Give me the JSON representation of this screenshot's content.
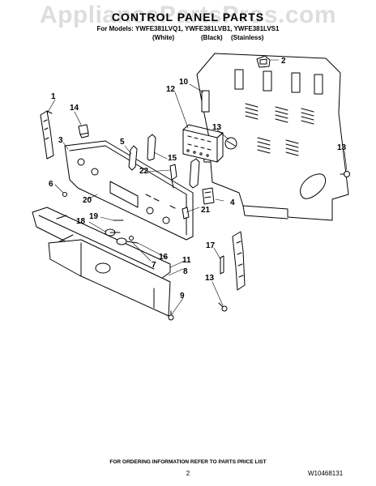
{
  "watermark": "AppliancePartsPros.com",
  "header": {
    "title": "CONTROL PANEL PARTS",
    "models": "For Models: YWFE381LVQ1, YWFE381LVB1, YWFE381LVS1",
    "variants": [
      "(White)",
      "(Black)",
      "(Stainless)"
    ]
  },
  "callouts": [
    {
      "id": "c1",
      "label": "1"
    },
    {
      "id": "c2",
      "label": "2"
    },
    {
      "id": "c3",
      "label": "3"
    },
    {
      "id": "c4",
      "label": "4"
    },
    {
      "id": "c5",
      "label": "5"
    },
    {
      "id": "c6",
      "label": "6"
    },
    {
      "id": "c7",
      "label": "7"
    },
    {
      "id": "c8",
      "label": "8"
    },
    {
      "id": "c9",
      "label": "9"
    },
    {
      "id": "c10",
      "label": "10"
    },
    {
      "id": "c11",
      "label": "11"
    },
    {
      "id": "c12",
      "label": "12"
    },
    {
      "id": "c13a",
      "label": "13"
    },
    {
      "id": "c13b",
      "label": "13"
    },
    {
      "id": "c13c",
      "label": "13"
    },
    {
      "id": "c14",
      "label": "14"
    },
    {
      "id": "c15",
      "label": "15"
    },
    {
      "id": "c16",
      "label": "16"
    },
    {
      "id": "c17",
      "label": "17"
    },
    {
      "id": "c18",
      "label": "18"
    },
    {
      "id": "c19",
      "label": "19"
    },
    {
      "id": "c20",
      "label": "20"
    },
    {
      "id": "c21",
      "label": "21"
    },
    {
      "id": "c22",
      "label": "22"
    }
  ],
  "footer": {
    "ordering_note": "FOR ORDERING INFORMATION REFER TO PARTS PRICE LIST",
    "page_number": "2",
    "document_number": "W10468131"
  }
}
